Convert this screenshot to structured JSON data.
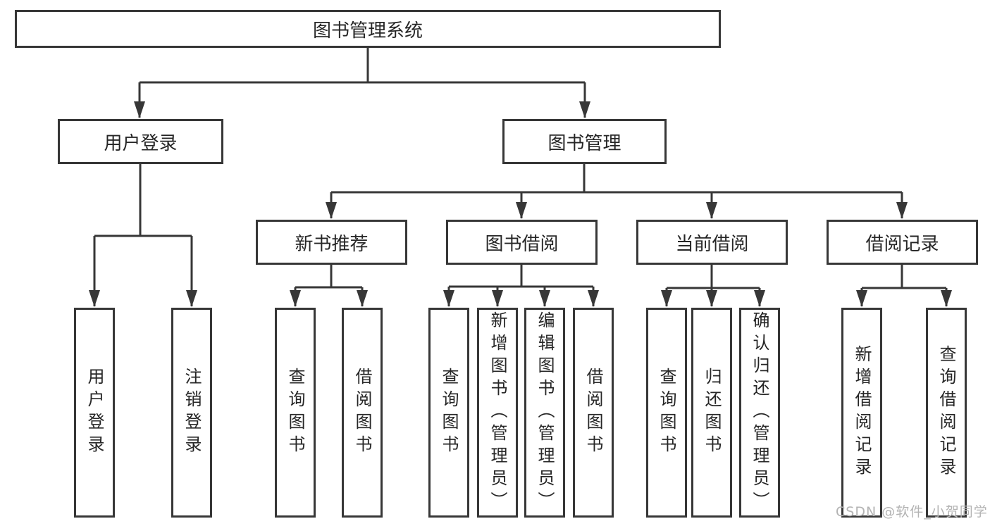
{
  "diagram_title": "图书管理系统",
  "root": {
    "label": "图书管理系统"
  },
  "level2": [
    {
      "label": "用户登录"
    },
    {
      "label": "图书管理"
    }
  ],
  "level3": [
    {
      "label": "新书推荐"
    },
    {
      "label": "图书借阅"
    },
    {
      "label": "当前借阅"
    },
    {
      "label": "借阅记录"
    }
  ],
  "leaves": [
    {
      "label": "用户登录"
    },
    {
      "label": "注销登录"
    },
    {
      "label": "查询图书"
    },
    {
      "label": "借阅图书"
    },
    {
      "label": "查询图书"
    },
    {
      "label": "新增图书（管理员）"
    },
    {
      "label": "编辑图书（管理员）"
    },
    {
      "label": "借阅图书"
    },
    {
      "label": "查询图书"
    },
    {
      "label": "归还图书"
    },
    {
      "label": "确认归还（管理员）"
    },
    {
      "label": "新增借阅记录"
    },
    {
      "label": "查询借阅记录"
    }
  ],
  "watermark": {
    "text": "CSDN @软件_小贺同学"
  },
  "colors": {
    "line": "#373737",
    "box_border": "#373737",
    "box_background": "#ffffff",
    "text": "#262626",
    "watermark": "#b3b3b3",
    "background": "#ffffff"
  }
}
